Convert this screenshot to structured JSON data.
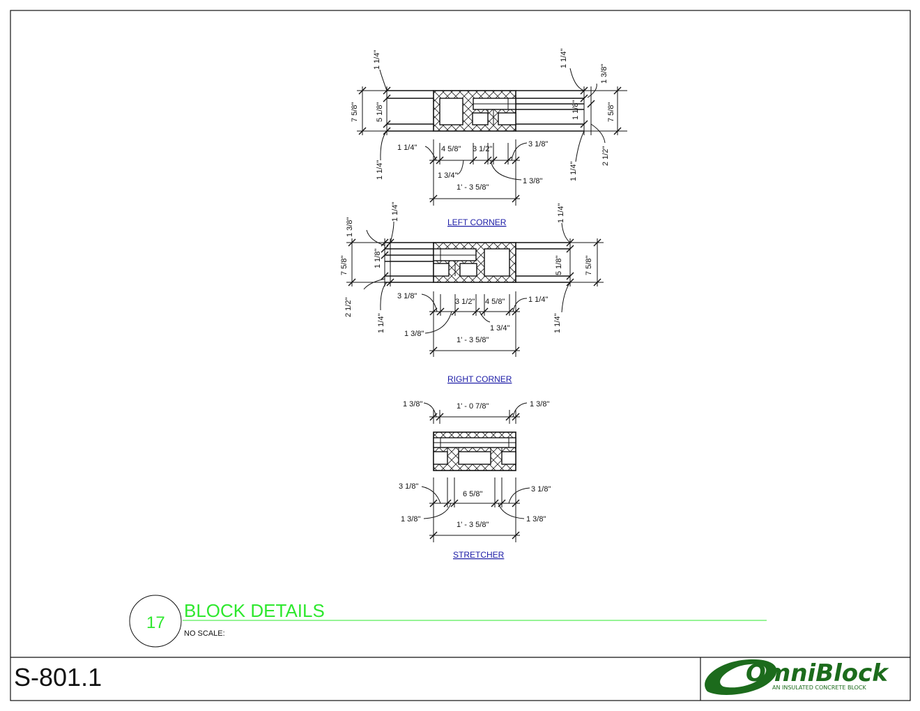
{
  "drawing": {
    "detail_number": "17",
    "detail_title": "BLOCK DETAILS",
    "scale_note": "NO SCALE:",
    "sheet_number": "S-801.1",
    "colors": {
      "title": "#2ee82e",
      "link": "#1a1aa6",
      "logo": "#1c6b1c",
      "line": "#111111"
    }
  },
  "logo": {
    "name": "OmniBlock",
    "tagline": "AN INSULATED CONCRETE BLOCK",
    "icon": "omniblock-logo"
  },
  "details": [
    {
      "id": "left-corner",
      "title": "LEFT CORNER",
      "dims": [
        "1 1/4\"",
        "7 5/8\"",
        "5 1/8\"",
        "1 1/4\"",
        "1 1/4\"",
        "4 5/8\"",
        "3 1/2\"",
        "3 1/8\"",
        "1 3/4\"",
        "1 3/8\"",
        "1' - 3 5/8\"",
        "1 1/4\"",
        "1 3/8\"",
        "1 1/8\"",
        "7 5/8\"",
        "1 1/4\"",
        "2 1/2\""
      ]
    },
    {
      "id": "right-corner",
      "title": "RIGHT CORNER",
      "dims": [
        "1 3/8\"",
        "1 1/4\"",
        "7 5/8\"",
        "1 1/8\"",
        "2 1/2\"",
        "1 1/4\"",
        "3 1/8\"",
        "3 1/2\"",
        "4 5/8\"",
        "1 1/4\"",
        "1 3/8\"",
        "1 3/4\"",
        "1' - 3 5/8\"",
        "1 1/4\"",
        "5 1/8\"",
        "7 5/8\"",
        "1 1/4\""
      ]
    },
    {
      "id": "stretcher",
      "title": "STRETCHER",
      "dims": [
        "1 3/8\"",
        "1' - 0 7/8\"",
        "1 3/8\"",
        "3 1/8\"",
        "6 5/8\"",
        "3 1/8\"",
        "1 3/8\"",
        "1' - 3 5/8\"",
        "1 3/8\""
      ]
    }
  ]
}
